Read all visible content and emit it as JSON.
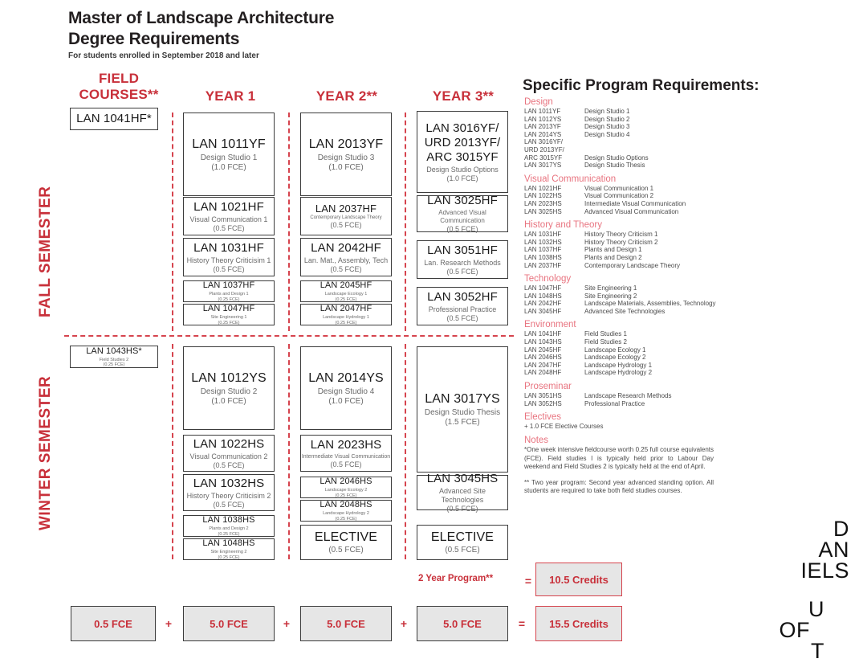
{
  "header": {
    "title_line1": "Master of Landscape Architecture",
    "title_line2": "Degree Requirements",
    "subtitle": "For students enrolled in September 2018 and later"
  },
  "colors": {
    "header_red": "#C8303A",
    "section_pink": "#E8737F",
    "divider_red": "#D6444E",
    "box_border": "#3c3c3c",
    "total_fill": "#e6e6e6"
  },
  "columns": [
    {
      "id": "field",
      "label_line1": "FIELD",
      "label_line2": "COURSES**"
    },
    {
      "id": "year1",
      "label_line1": "YEAR 1",
      "label_line2": ""
    },
    {
      "id": "year2",
      "label_line1": "YEAR 2**",
      "label_line2": ""
    },
    {
      "id": "year3",
      "label_line1": "YEAR 3**",
      "label_line2": ""
    }
  ],
  "semesters": [
    {
      "id": "fall",
      "label": "FALL SEMESTER"
    },
    {
      "id": "winter",
      "label": "WINTER SEMESTER"
    }
  ],
  "courses": {
    "fall": {
      "field": [
        {
          "code": "LAN 1041HF*",
          "name": "",
          "fce": ""
        }
      ],
      "year1": [
        {
          "code": "LAN 1011YF",
          "name": "Design Studio 1",
          "fce": "(1.0 FCE)"
        },
        {
          "code": "LAN 1021HF",
          "name": "Visual Communication 1",
          "fce": "(0.5 FCE)"
        },
        {
          "code": "LAN 1031HF",
          "name": "History Theory Criticisim 1",
          "fce": "(0.5 FCE)"
        },
        {
          "code": "LAN 1037HF",
          "name": "Plants and Design 1",
          "fce": "(0.25 FCE)"
        },
        {
          "code": "LAN 1047HF",
          "name": "Site Engineering 1",
          "fce": "(0.25 FCE)"
        }
      ],
      "year2": [
        {
          "code": "LAN 2013YF",
          "name": "Design Studio 3",
          "fce": "(1.0 FCE)"
        },
        {
          "code": "LAN 2037HF",
          "name": "Contemporary Landscape Theory",
          "fce": "(0.5 FCE)"
        },
        {
          "code": "LAN 2042HF",
          "name": "Lan. Mat., Assembly, Tech",
          "fce": "(0.5 FCE)"
        },
        {
          "code": "LAN 2045HF",
          "name": "Landscape Ecology 1",
          "fce": "(0.25 FCE)"
        },
        {
          "code": "LAN 2047HF",
          "name": "Landscape Hydrology 1",
          "fce": "(0.25 FCE)"
        }
      ],
      "year3": [
        {
          "code": "LAN 3016YF/\nURD 2013YF/\nARC 3015YF",
          "name": "Design Studio Options",
          "fce": "(1.0 FCE)"
        },
        {
          "code": "LAN 3025HF",
          "name": "Advanced Visual Communication",
          "fce": "(0.5 FCE)"
        },
        {
          "code": "LAN 3051HF",
          "name": "Lan. Research Methods",
          "fce": "(0.5 FCE)"
        },
        {
          "code": "LAN 3052HF",
          "name": "Professional Practice",
          "fce": "(0.5 FCE)"
        }
      ]
    },
    "winter": {
      "field": [
        {
          "code": "LAN 1043HS*",
          "name": "Field Studies 2",
          "fce": "(0.25 FCE)"
        }
      ],
      "year1": [
        {
          "code": "LAN 1012YS",
          "name": "Design Studio 2",
          "fce": "(1.0 FCE)"
        },
        {
          "code": "LAN 1022HS",
          "name": "Visual Communication 2",
          "fce": "(0.5 FCE)"
        },
        {
          "code": "LAN 1032HS",
          "name": "History Theory Criticisim 2",
          "fce": "(0.5 FCE)"
        },
        {
          "code": "LAN 1038HS",
          "name": "Plants and Design 2",
          "fce": "(0.25 FCE)"
        },
        {
          "code": "LAN 1048HS",
          "name": "Site Engineering 2",
          "fce": "(0.25 FCE)"
        }
      ],
      "year2": [
        {
          "code": "LAN 2014YS",
          "name": "Design Studio 4",
          "fce": "(1.0 FCE)"
        },
        {
          "code": "LAN 2023HS",
          "name": "Intermediate Visual Communication",
          "fce": "(0.5 FCE)"
        },
        {
          "code": "LAN 2046HS",
          "name": "Landscape Ecology 2",
          "fce": "(0.25 FCE)"
        },
        {
          "code": "LAN 2048HS",
          "name": "Landscape Hydrology 2",
          "fce": "(0.25 FCE)"
        },
        {
          "code": "ELECTIVE",
          "name": "",
          "fce": "(0.5 FCE)"
        }
      ],
      "year3": [
        {
          "code": "LAN 3017YS",
          "name": "Design Studio Thesis",
          "fce": "(1.5 FCE)"
        },
        {
          "code": "LAN 3045HS",
          "name": "Advanced Site Technologies",
          "fce": "(0.5 FCE)"
        },
        {
          "code": "ELECTIVE",
          "name": "",
          "fce": "(0.5 FCE)"
        }
      ]
    }
  },
  "requirements": {
    "title": "Specific Program Requirements:",
    "sections": [
      {
        "heading": "Design",
        "rows": [
          {
            "code": "LAN 1011YF",
            "title": "Design Studio 1"
          },
          {
            "code": "LAN 1012YS",
            "title": "Design Studio 2"
          },
          {
            "code": "LAN 2013YF",
            "title": "Design Studio 3"
          },
          {
            "code": "LAN 2014YS",
            "title": "Design Studio 4"
          },
          {
            "code": "LAN 3016YF/",
            "title": ""
          },
          {
            "code": "URD 2013YF/",
            "title": ""
          },
          {
            "code": "ARC 3015YF",
            "title": "Design Studio Options"
          },
          {
            "code": "LAN 3017YS",
            "title": "Design Studio Thesis"
          }
        ]
      },
      {
        "heading": "Visual Communication",
        "rows": [
          {
            "code": "LAN 1021HF",
            "title": "Visual Communication 1"
          },
          {
            "code": "LAN 1022HS",
            "title": "Visual Communication 2"
          },
          {
            "code": "LAN 2023HS",
            "title": "Intermediate Visual Communication"
          },
          {
            "code": "LAN 3025HS",
            "title": "Advanced Visual Communication"
          }
        ]
      },
      {
        "heading": "History and Theory",
        "rows": [
          {
            "code": "LAN 1031HF",
            "title": "History Theory Criticism 1"
          },
          {
            "code": "LAN 1032HS",
            "title": "History Theory Criticism 2"
          },
          {
            "code": "LAN 1037HF",
            "title": "Plants and Design 1"
          },
          {
            "code": "LAN 1038HS",
            "title": "Plants and Design 2"
          },
          {
            "code": "LAN 2037HF",
            "title": "Contemporary Landscape Theory"
          }
        ]
      },
      {
        "heading": "Technology",
        "rows": [
          {
            "code": "LAN 1047HF",
            "title": "Site Engineering 1"
          },
          {
            "code": "LAN 1048HS",
            "title": "Site Engineering 2"
          },
          {
            "code": "LAN 2042HF",
            "title": "Landscape Materials, Assemblies, Technology"
          },
          {
            "code": "LAN 3045HF",
            "title": "Advanced Site Technologies"
          }
        ]
      },
      {
        "heading": "Environment",
        "rows": [
          {
            "code": "LAN 1041HF",
            "title": "Field Studies 1"
          },
          {
            "code": "LAN 1043HS",
            "title": "Field Studies 2"
          },
          {
            "code": "LAN 2045HF",
            "title": "Landscape Ecology 1"
          },
          {
            "code": "LAN 2046HS",
            "title": "Landscape Ecology 2"
          },
          {
            "code": "LAN 2047HF",
            "title": "Landscape Hydrology 1"
          },
          {
            "code": "LAN 2048HF",
            "title": "Landscape Hydrology 2"
          }
        ]
      },
      {
        "heading": "Proseminar",
        "rows": [
          {
            "code": "LAN 3051HS",
            "title": "Landscape Research Methods"
          },
          {
            "code": "LAN 3052HS",
            "title": "Professional Practice"
          }
        ]
      }
    ],
    "electives": {
      "heading": "Electives",
      "line": "+ 1.0 FCE Elective Courses"
    },
    "notes": {
      "heading": "Notes",
      "note1": "*One week intensive fieldcourse worth 0.25 full course equivalents (FCE). Field studies I is typically held prior to Labour Day weekend and Field Studies 2 is typically held at the end of April.",
      "note2": "** Two year program: Second year advanced standing option. All students are required to take both field studies courses."
    }
  },
  "totals": {
    "two_year_label": "2 Year Program**",
    "two_year_eq": "=",
    "two_year_credits": "10.5 Credits",
    "cells": [
      {
        "value": "0.5 FCE"
      },
      {
        "value": "5.0 FCE"
      },
      {
        "value": "5.0 FCE"
      },
      {
        "value": "5.0 FCE"
      }
    ],
    "plus": "+",
    "equals": "=",
    "grand_credits": "15.5 Credits"
  },
  "logo": {
    "d1": "D",
    "d2": "AN",
    "d3": "IELS",
    "u1": "U",
    "u2": "OF",
    "u3": "T"
  }
}
